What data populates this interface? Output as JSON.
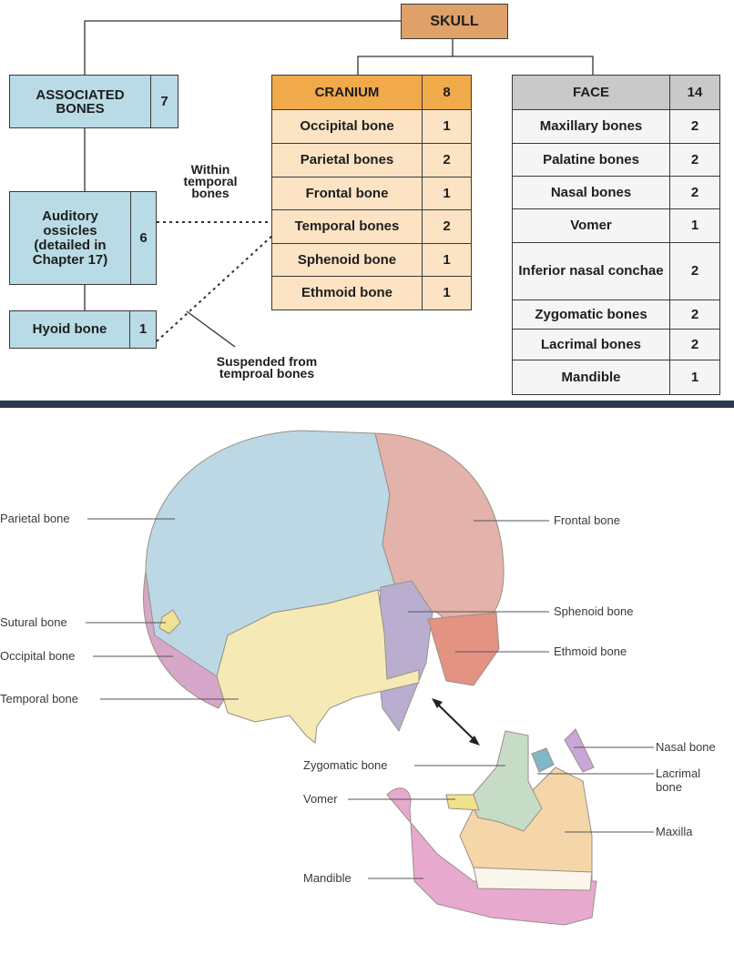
{
  "chart": {
    "skull": "SKULL",
    "associated": {
      "label": "ASSOCIATED BONES",
      "count": "7"
    },
    "auditory": {
      "label": "Auditory ossicles (detailed in Chapter 17)",
      "count": "6"
    },
    "hyoid": {
      "label": "Hyoid bone",
      "count": "1"
    },
    "within_temporal": "Within temporal bones",
    "suspended": "Suspended from temproal bones",
    "cranium": {
      "label": "CRANIUM",
      "count": "8",
      "rows": [
        {
          "name": "Occipital bone",
          "count": "1"
        },
        {
          "name": "Parietal bones",
          "count": "2"
        },
        {
          "name": "Frontal bone",
          "count": "1"
        },
        {
          "name": "Temporal bones",
          "count": "2"
        },
        {
          "name": "Sphenoid bone",
          "count": "1"
        },
        {
          "name": "Ethmoid bone",
          "count": "1"
        }
      ]
    },
    "face": {
      "label": "FACE",
      "count": "14",
      "rows": [
        {
          "name": "Maxillary bones",
          "count": "2"
        },
        {
          "name": "Palatine bones",
          "count": "2"
        },
        {
          "name": "Nasal bones",
          "count": "2"
        },
        {
          "name": "Vomer",
          "count": "1"
        },
        {
          "name": "Inferior nasal conchae",
          "count": "2"
        },
        {
          "name": "Zygomatic bones",
          "count": "2"
        },
        {
          "name": "Lacrimal bones",
          "count": "2"
        },
        {
          "name": "Mandible",
          "count": "1"
        }
      ]
    }
  },
  "illustration": {
    "labels": {
      "parietal": "Parietal bone",
      "sutural": "Sutural bone",
      "occipital": "Occipital bone",
      "temporal": "Temporal bone",
      "frontal": "Frontal bone",
      "sphenoid": "Sphenoid bone",
      "ethmoid": "Ethmoid bone",
      "zygomatic": "Zygomatic bone",
      "vomer": "Vomer",
      "mandible": "Mandible",
      "nasal": "Nasal bone",
      "lacrimal": "Lacrimal bone",
      "maxilla": "Maxilla"
    }
  },
  "colors": {
    "skull_box": "#e0a06a",
    "associated_box": "#b9dbe6",
    "cranium_header": "#f0aa4a",
    "cranium_cell": "#fbe3c4",
    "face_header": "#c9c9c9",
    "face_cell": "#f5f5f5",
    "parietal": "#bcd8e4",
    "frontal": "#e3b2ab",
    "temporal": "#f5eab5",
    "sphenoid": "#b9aed0",
    "occipital": "#d6a7c8",
    "mandible": "#e8a9cf",
    "maxilla": "#f5d6a8",
    "zygomatic": "#c7dcc6",
    "nasal": "#c9a6d9",
    "lacrimal": "#7fb8c9"
  }
}
